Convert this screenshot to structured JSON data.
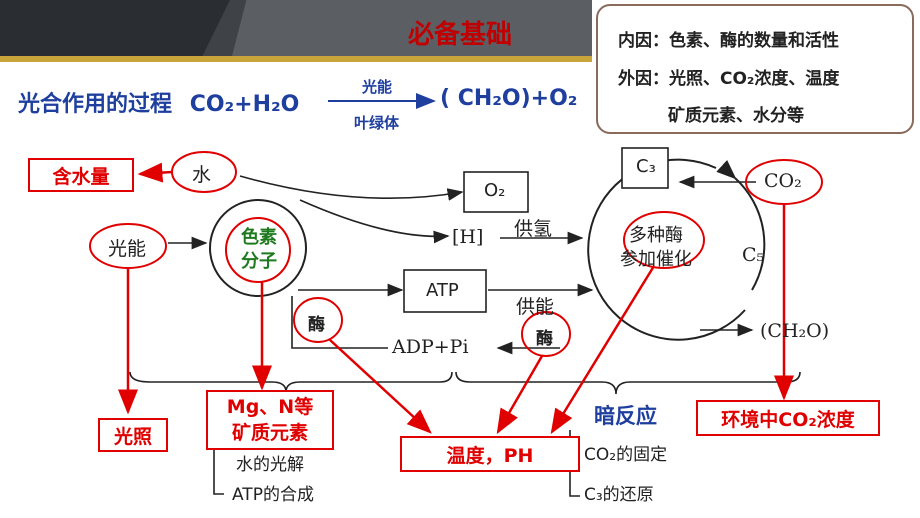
{
  "header": {
    "title": "必备基础"
  },
  "factors": {
    "internal": "内因：色素、酶的数量和活性",
    "external": "外因：光照、CO₂浓度、温度",
    "external_cont": "矿质元素、水分等"
  },
  "equation": {
    "prefix": "光合作用的过程",
    "reactants": "CO₂+H₂O",
    "above_arrow": "光能",
    "below_arrow": "叶绿体",
    "products": "( CH₂O)+O₂"
  },
  "diagram": {
    "water": "水",
    "light": "光能",
    "pigment": "色素\n分子",
    "o2": "O₂",
    "h": "[H]",
    "supply_h": "供氢",
    "atp": "ATP",
    "supply_energy": "供能",
    "adp": "ADP+Pi",
    "enzyme_left": "酶",
    "enzyme_right": "酶",
    "c3": "C₃",
    "c5": "C₅",
    "co2": "CO₂",
    "multi_enzyme": "多种酶\n参加催化",
    "ch2o": "(CH₂O)"
  },
  "labels": {
    "water_content": "含水量",
    "illumination": "光照",
    "minerals": "Mg、N等\n矿质元素",
    "temp_ph": "温度，PH",
    "env_co2": "环境中CO₂浓度",
    "dark_reaction": "暗反应",
    "water_photolysis": "水的光解",
    "atp_synthesis": "ATP的合成",
    "co2_fixation": "CO₂的固定",
    "c3_reduction": "C₃的还原"
  }
}
